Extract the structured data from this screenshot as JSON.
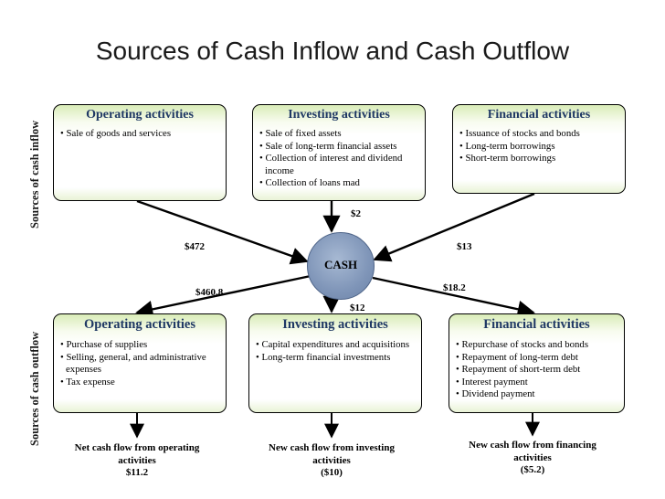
{
  "title": "Sources of Cash Inflow and Cash Outflow",
  "side_labels": {
    "inflow": "Sources of cash inflow",
    "outflow": "Sources of cash outflow"
  },
  "inflow": {
    "operating": {
      "title": "Operating activities",
      "items": [
        "Sale of goods and services"
      ]
    },
    "investing": {
      "title": "Investing activities",
      "items": [
        "Sale of fixed assets",
        "Sale of long-term financial assets",
        "Collection of interest and dividend income",
        "Collection of loans mad"
      ]
    },
    "financial": {
      "title": "Financial activities",
      "items": [
        "Issuance of stocks and bonds",
        "Long-term borrowings",
        "Short-term borrowings"
      ]
    }
  },
  "outflow": {
    "operating": {
      "title": "Operating activities",
      "items": [
        "Purchase of supplies",
        "Selling, general, and administrative expenses",
        "Tax expense"
      ]
    },
    "investing": {
      "title": "Investing activities",
      "items": [
        "Capital expenditures and acquisitions",
        "Long-term financial investments"
      ]
    },
    "financial": {
      "title": "Financial activities",
      "items": [
        "Repurchase of stocks and bonds",
        "Repayment of long-term debt",
        "Repayment of short-term debt",
        "Interest payment",
        "Dividend payment"
      ]
    }
  },
  "cash_label": "CASH",
  "amounts": {
    "in_operating": "$472",
    "in_investing": "$2",
    "in_financial": "$13",
    "out_operating": "$460.8",
    "out_investing": "$12",
    "out_financial": "$18.2"
  },
  "net": {
    "operating": {
      "line1": "Net cash flow from operating",
      "line2": "activities",
      "value": "$11.2"
    },
    "investing": {
      "line1": "New cash flow from investing",
      "line2": "activities",
      "value": "($10)"
    },
    "financing": {
      "line1": "New cash flow from financing",
      "line2": "activities",
      "value": "($5.2)"
    }
  },
  "colors": {
    "cash_fill": "#7f95b8",
    "header_text": "#1f3864",
    "box_band": "#d9ecb8"
  }
}
